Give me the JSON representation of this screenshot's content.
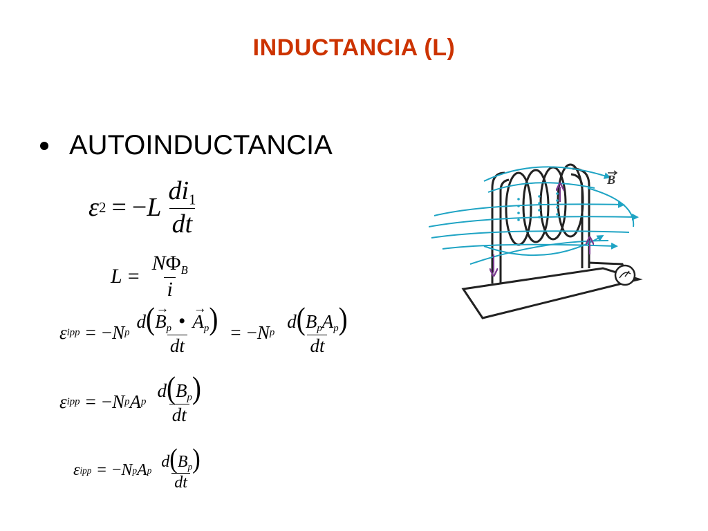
{
  "slide": {
    "title": "INDUCTANCIA (L)",
    "bullet": "AUTOINDUCTANCIA"
  },
  "symbols": {
    "epsilon": "ε",
    "phi": "Φ",
    "minus": "−",
    "equals": "=",
    "dot": "•"
  },
  "equations": {
    "eq1": {
      "sub_2": "2",
      "L": "L",
      "num": "di",
      "num_sub": "1",
      "den": "dt"
    },
    "eq2": {
      "L": "L",
      "N": "N",
      "sub_B": "B",
      "den": "i"
    },
    "eq3": {
      "sub_ipp": "ipp",
      "N": "N",
      "sub_p": "p",
      "d": "d",
      "B": "B",
      "A": "A",
      "den": "dt"
    },
    "eq4": {
      "sub_ipp": "ipp",
      "N": "N",
      "sub_p": "p",
      "A": "A",
      "d": "d",
      "B": "B",
      "den": "dt"
    },
    "eq5": {
      "sub_ipp": "ipp",
      "N": "N",
      "sub_p": "p",
      "A": "A",
      "d": "d",
      "B": "B",
      "den": "dt"
    }
  },
  "diagram": {
    "field_label": "B",
    "colors": {
      "field": "#1fa4c4",
      "arrow": "#7b3a8f",
      "wire": "#222222"
    },
    "icons": [
      "solenoid-coil",
      "galvanometer-icon",
      "current-arrow"
    ]
  }
}
